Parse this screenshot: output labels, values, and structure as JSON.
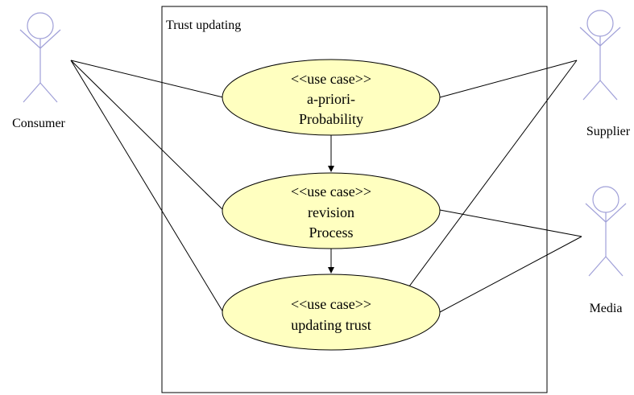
{
  "system": {
    "label": "Trust updating"
  },
  "actors": {
    "consumer": {
      "name": "Consumer"
    },
    "supplier": {
      "name": "Supplier"
    },
    "media": {
      "name": "Media"
    }
  },
  "use_cases": {
    "apriori": {
      "stereotype": "<<use case>>",
      "line1": "a-priori-",
      "line2": "Probability"
    },
    "revision": {
      "stereotype": "<<use case>>",
      "line1": "revision",
      "line2": "Process"
    },
    "updating": {
      "stereotype": "<<use case>>",
      "line1": "updating trust"
    }
  },
  "colors": {
    "use_case_fill": "#ffffc0",
    "actor_stroke": "#a0a0d8",
    "line": "#000000"
  }
}
